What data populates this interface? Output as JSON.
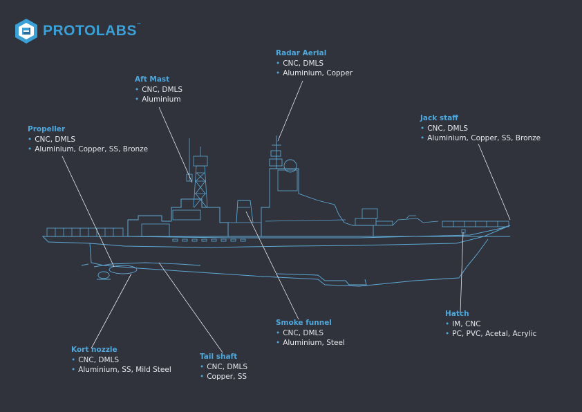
{
  "brand": {
    "name": "PROTOLABS",
    "mark": "™"
  },
  "callouts": {
    "radar_aerial": {
      "title": "Radar Aerial",
      "items": [
        "CNC, DMLS",
        "Aluminium, Copper"
      ]
    },
    "aft_mast": {
      "title": "Aft Mast",
      "items": [
        "CNC, DMLS",
        "Aluminium"
      ]
    },
    "propeller": {
      "title": "Propeller",
      "items": [
        "CNC, DMLS",
        "Aluminium, Copper, SS, Bronze"
      ]
    },
    "jack_staff": {
      "title": "Jack staff",
      "items": [
        "CNC, DMLS",
        "Aluminium, Copper, SS, Bronze"
      ]
    },
    "hatch": {
      "title": "Hatch",
      "items": [
        "IM, CNC",
        "PC, PVC, Acetal, Acrylic"
      ]
    },
    "smoke_funnel": {
      "title": "Smoke funnel",
      "items": [
        "CNC, DMLS",
        "Aluminium, Steel"
      ]
    },
    "kort_nozzle": {
      "title": "Kort nozzle",
      "items": [
        "CNC, DMLS",
        "Aluminium, SS, Mild Steel"
      ]
    },
    "tail_shaft": {
      "title": "Tail shaft",
      "items": [
        "CNC, DMLS",
        "Copper, SS"
      ]
    }
  },
  "colors": {
    "background": "#30323c",
    "accent": "#4fa8dc",
    "text": "#e8e8ee",
    "line": "#5fa9d4"
  }
}
